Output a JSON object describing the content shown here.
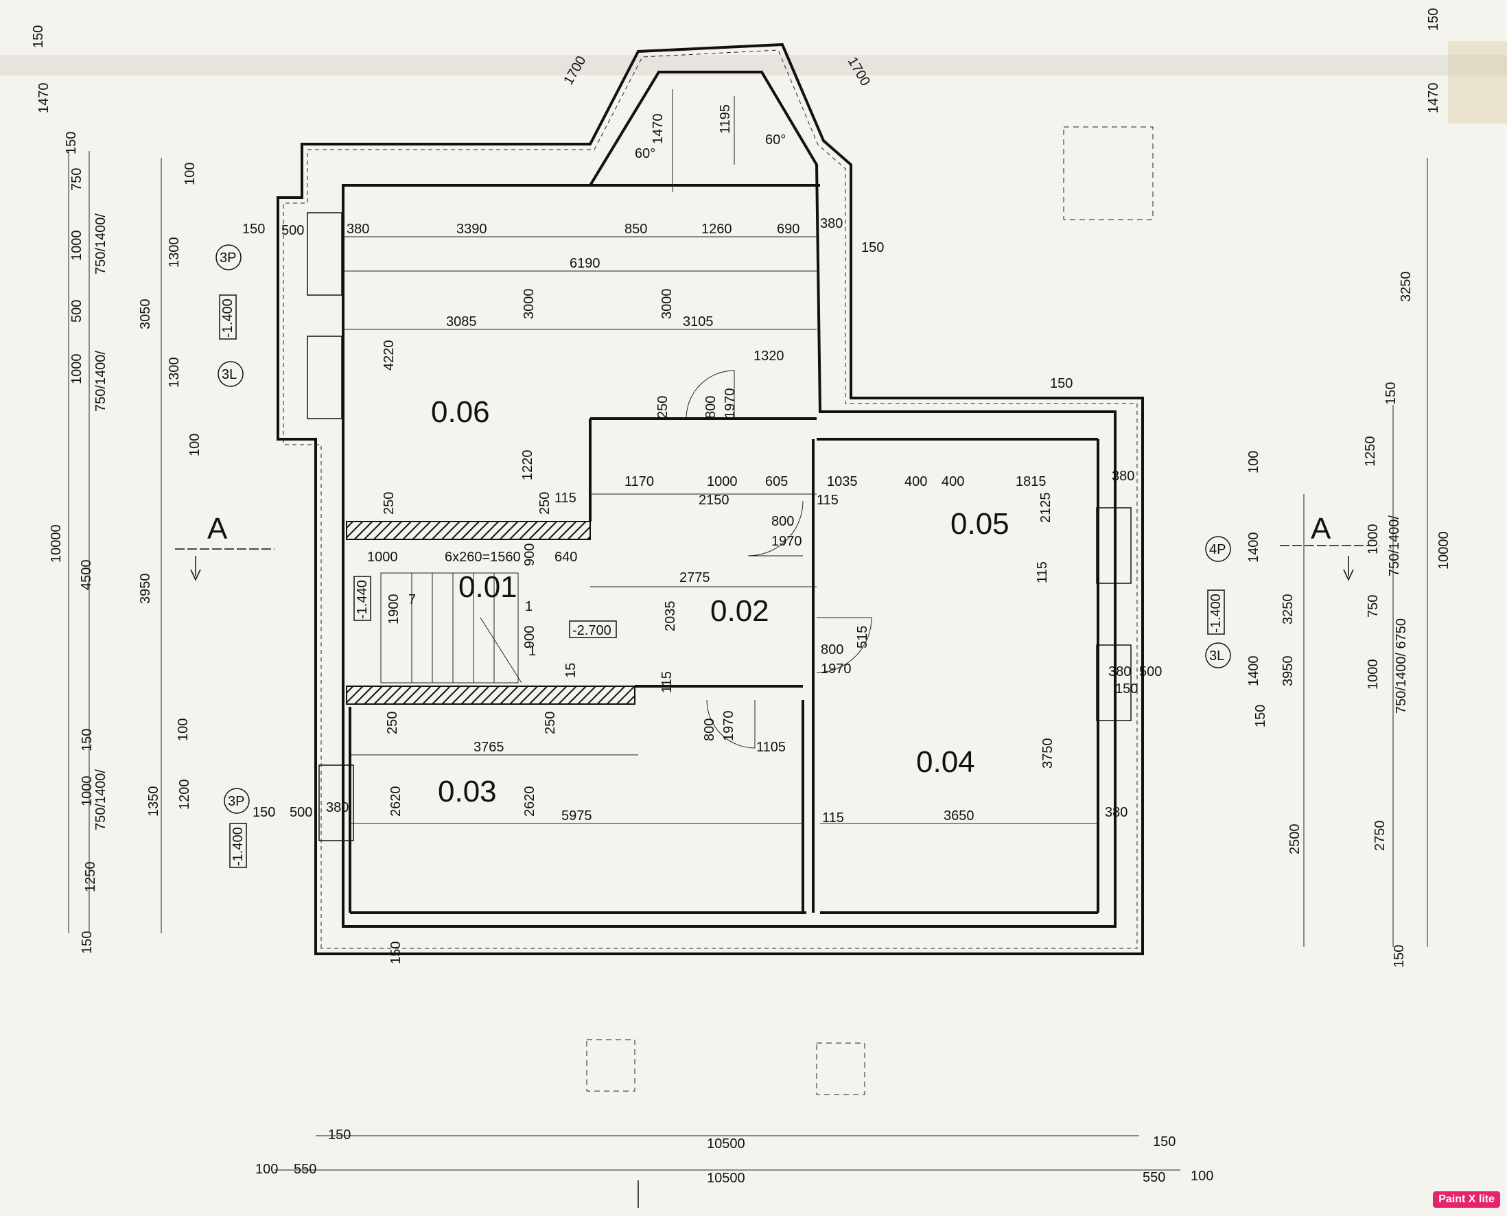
{
  "rooms": [
    {
      "id": "0.06"
    },
    {
      "id": "0.05"
    },
    {
      "id": "0.01"
    },
    {
      "id": "0.02"
    },
    {
      "id": "0.03"
    },
    {
      "id": "0.04"
    }
  ],
  "section_marks": {
    "left": "A",
    "right": "A"
  },
  "level_marks": {
    "stair": "-2.700",
    "window_left_top": "-1.400",
    "window_left_bottom": "-1.400",
    "window_right": "-1.400",
    "stair_left": "-1.440"
  },
  "window_tags": {
    "p3_top": "3P",
    "l3_top": "3L",
    "p3_bottom": "3P",
    "p4_right": "4P",
    "l3_right": "3L"
  },
  "stair": {
    "run": "6x260=1560"
  },
  "dims": {
    "top": [
      "3390",
      "850",
      "1260",
      "690",
      "6190",
      "3085",
      "3105"
    ],
    "interior": [
      "1170",
      "1000",
      "605",
      "1035",
      "400",
      "400",
      "1815",
      "2150",
      "2775",
      "1000",
      "640",
      "3765",
      "5975",
      "3650",
      "1320",
      "1105"
    ],
    "bottom": [
      "10500",
      "10500",
      "150",
      "150",
      "100",
      "550",
      "550",
      "100"
    ],
    "left_outer": [
      "150",
      "1470",
      "150",
      "750",
      "1000",
      "500",
      "1000",
      "10000",
      "4500",
      "150",
      "1000",
      "1250",
      "150"
    ],
    "right_outer": [
      "150",
      "1470",
      "3250",
      "10000",
      "150",
      "1250",
      "1000",
      "750",
      "1000",
      "2750",
      "150",
      "3250",
      "2500"
    ],
    "heights": [
      "3000",
      "3000",
      "4220",
      "1220",
      "2035",
      "2125",
      "3750",
      "2620",
      "2620",
      "1195",
      "1470"
    ],
    "misc": [
      "380",
      "380",
      "380",
      "380",
      "380",
      "380",
      "150",
      "150",
      "150",
      "150",
      "150",
      "250",
      "250",
      "250",
      "250",
      "250",
      "115",
      "115",
      "115",
      "115",
      "115",
      "500",
      "500",
      "500",
      "1700",
      "1700",
      "60°",
      "60°",
      "800",
      "1970",
      "800",
      "1970",
      "800",
      "1970",
      "800",
      "1970",
      "515",
      "900",
      "900",
      "1900",
      "7",
      "1",
      "1",
      "15",
      "100",
      "100",
      "100",
      "100",
      "1300",
      "1300",
      "1350",
      "1200",
      "1400",
      "1400",
      "3950",
      "3950",
      "3050",
      "750/1400/",
      "750/1400/",
      "750/1400/",
      "750/1400/",
      "750/1400/ 6750",
      "150",
      "150"
    ]
  },
  "badge": "Paint X lite"
}
